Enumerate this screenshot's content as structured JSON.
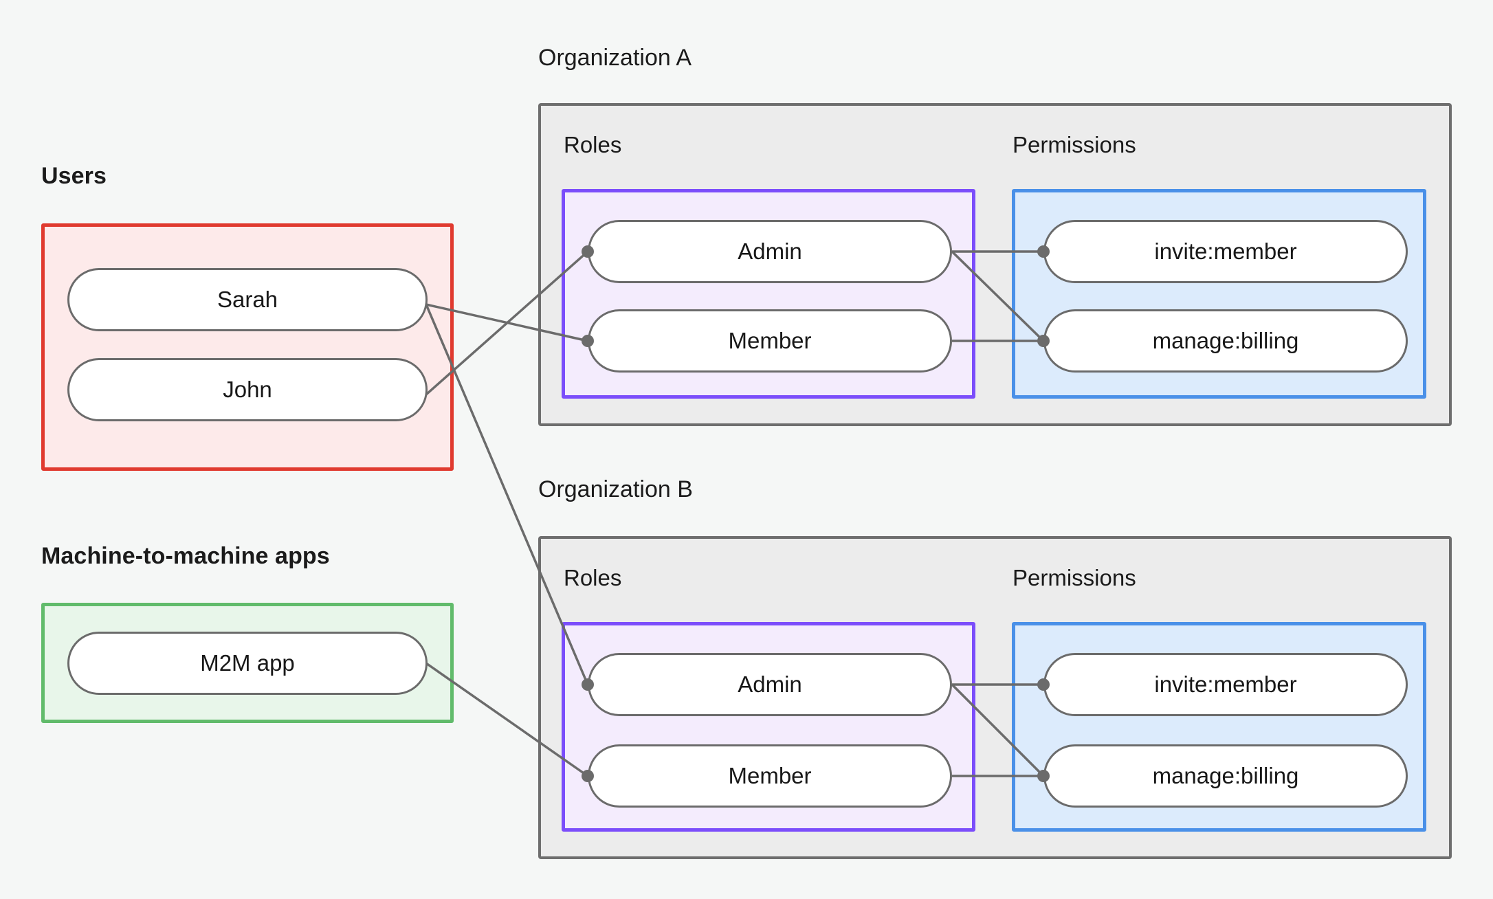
{
  "diagram": {
    "background_color": "#f5f7f6",
    "title_left_users": "Users",
    "title_left_m2m": "Machine-to-machine apps",
    "org_a_title": "Organization A",
    "org_b_title": "Organization B",
    "roles_label": "Roles",
    "permissions_label": "Permissions"
  },
  "colors": {
    "users_border": "#e03a2f",
    "users_fill": "#fdeaea",
    "m2m_border": "#61bb6b",
    "m2m_fill": "#e8f6ea",
    "roles_border": "#7b4dfb",
    "roles_fill": "#f4ecfd",
    "permissions_border": "#4a90e8",
    "permissions_fill": "#dcebfc",
    "org_border": "#6e6e6e",
    "org_fill": "#ececec",
    "node_border": "#6b6b6b",
    "node_fill": "#ffffff",
    "edge": "#6b6b6b"
  },
  "users": {
    "items": [
      {
        "label": "Sarah"
      },
      {
        "label": "John"
      }
    ]
  },
  "m2m_apps": {
    "items": [
      {
        "label": "M2M app"
      }
    ]
  },
  "org_a": {
    "name": "Organization A",
    "roles": [
      {
        "label": "Admin"
      },
      {
        "label": "Member"
      }
    ],
    "permissions": [
      {
        "label": "invite:member"
      },
      {
        "label": "manage:billing"
      }
    ]
  },
  "org_b": {
    "name": "Organization B",
    "roles": [
      {
        "label": "Admin"
      },
      {
        "label": "Member"
      }
    ],
    "permissions": [
      {
        "label": "invite:member"
      },
      {
        "label": "manage:billing"
      }
    ]
  },
  "connections": [
    {
      "from": "Sarah",
      "to": "Organization A / Member"
    },
    {
      "from": "Sarah",
      "to": "Organization B / Admin"
    },
    {
      "from": "John",
      "to": "Organization A / Admin"
    },
    {
      "from": "M2M app",
      "to": "Organization B / Member"
    },
    {
      "from": "Organization A / Admin",
      "to": "Organization A / invite:member"
    },
    {
      "from": "Organization A / Admin",
      "to": "Organization A / manage:billing"
    },
    {
      "from": "Organization A / Member",
      "to": "Organization A / manage:billing"
    },
    {
      "from": "Organization B / Admin",
      "to": "Organization B / invite:member"
    },
    {
      "from": "Organization B / Admin",
      "to": "Organization B / manage:billing"
    },
    {
      "from": "Organization B / Member",
      "to": "Organization B / manage:billing"
    }
  ]
}
